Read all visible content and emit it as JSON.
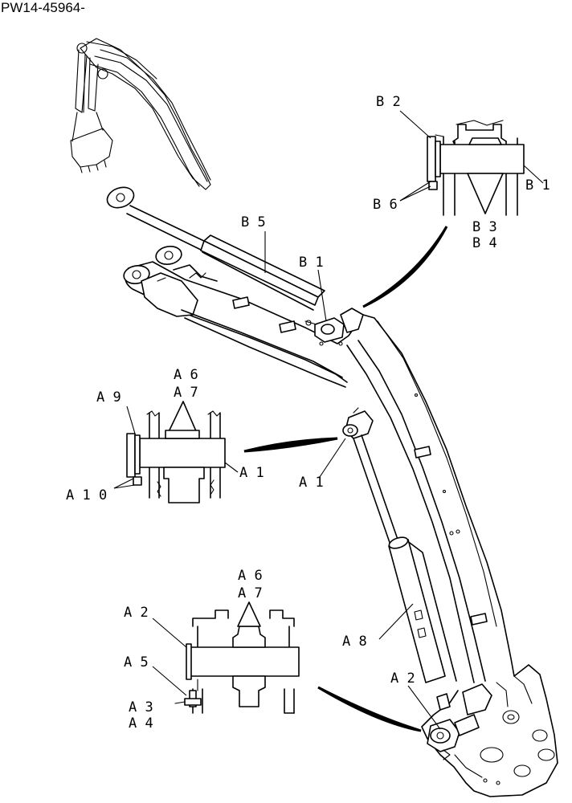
{
  "document": {
    "id": "PW14-45964-"
  },
  "labels": {
    "A1": "A 1",
    "A1_detail": "A 1",
    "A2": "A 2",
    "A2_detail": "A 2",
    "A3": "A 3",
    "A4": "A 4",
    "A5": "A 5",
    "A6_upper": "A 6",
    "A7_upper": "A 7",
    "A6_lower": "A 6",
    "A7_lower": "A 7",
    "A8": "A 8",
    "A9": "A 9",
    "A10": "A 1 0",
    "B1": "B 1",
    "B1_detail": "B 1",
    "B2": "B 2",
    "B3": "B 3",
    "B4": "B 4",
    "B5": "B 5",
    "B6": "B 6"
  },
  "icons": {
    "overview": "excavator-boom-overview-icon",
    "detail_b": "pin-detail-b-icon",
    "detail_a_upper": "pin-detail-a-upper-icon",
    "detail_a_lower": "pin-detail-a-lower-icon"
  },
  "colors": {
    "ink": "#000000",
    "paper": "#ffffff"
  }
}
